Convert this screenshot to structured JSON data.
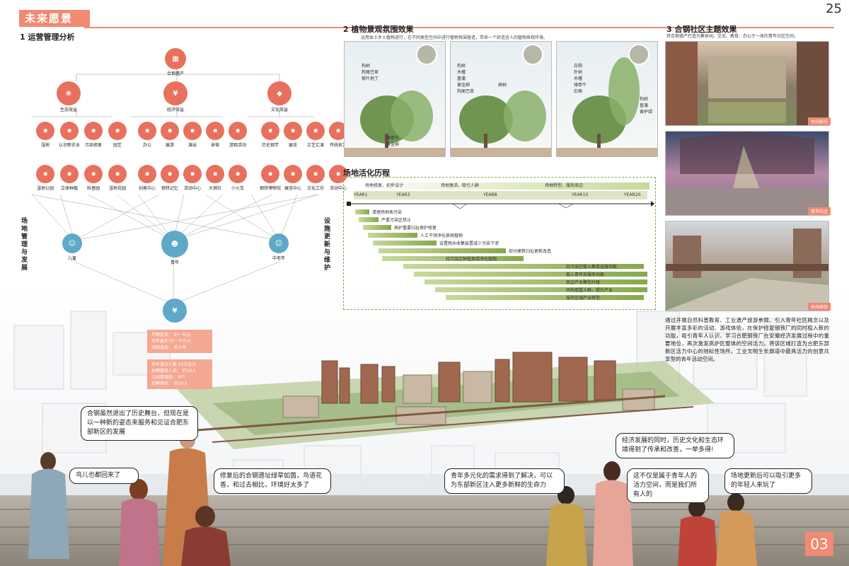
{
  "header": {
    "tag": "未来愿景",
    "page_number": "25",
    "sheet_number": "03"
  },
  "colors": {
    "accent": "#f08a70",
    "eco": "#e8715e",
    "econ": "#e8715e",
    "people": "#5ea8c8",
    "greenbar": "#86a84c"
  },
  "section1": {
    "title": "1  运营管理分析",
    "root": "合钢遗产",
    "benefits": [
      {
        "label": "生态效益",
        "children": [
          "湿地",
          "认识新农业",
          "污染修复",
          "园艺"
        ],
        "children2": [
          "湿地公园",
          "立体种植",
          "科普园",
          "湿地花园"
        ]
      },
      {
        "label": "经济效益",
        "children": [
          "办公",
          "展游",
          "演出",
          "食宿",
          "游观活动"
        ],
        "children2": [
          "创客中心",
          "钢铁记忆",
          "活动中心",
          "大钢社",
          "小火车"
        ]
      },
      {
        "label": "文化效益",
        "children": [
          "历史钢学",
          "展览",
          "文艺汇演",
          "传统技艺"
        ],
        "children2": [
          "钢铁博物馆",
          "展览中心",
          "文化工坊",
          "活动中心"
        ]
      }
    ],
    "people": [
      "儿童",
      "青年",
      "中老年"
    ],
    "left_vertical": "场地管理与发展",
    "right_vertical": "设施更新与维护",
    "finance_box1": [
      "年期投资：  约一亿元",
      "每年盈利  约一千万元",
      "收回成本：  约十年"
    ],
    "finance_box2": [
      "每年游访人数  50万左右",
      "招聘服务人员：   约10人",
      "公园管理员：     8个",
      "招聘保安：       约20人"
    ]
  },
  "section2": {
    "title": "2  植物景观氛围效果",
    "desc": "运用本土乡土植物进行，在不同类型空间中进行植物氛围营造，带来一个舒适宜人的植物景观环境。",
    "panels": [
      {
        "labels": [
          "构树",
          "狗尾巴草",
          "紫叶地丁"
        ],
        "labels2": [
          "矮牵牛",
          "黄金柳"
        ]
      },
      {
        "labels": [
          "构树",
          "木槿",
          "菖蒲",
          "黄金柳",
          "狗尾巴草"
        ],
        "labels2": [
          "柳树"
        ]
      },
      {
        "labels": [
          "白杨",
          "朴树",
          "木槿",
          "矮牵牛",
          "石楠"
        ],
        "labels2": [
          "构树",
          "菖蒲",
          "黄栌绿"
        ]
      }
    ]
  },
  "timeline": {
    "title": "场地活化历程",
    "phases": [
      "场地修复、初步设计",
      "场地激活、吸引人群",
      "场地转型、服务周边"
    ],
    "years": [
      "YEAR1",
      "YEAR3",
      "YEAR8",
      "YEAR10",
      "YEAR20"
    ],
    "tasks": [
      "清理场地表污染",
      "严重污染区禁止",
      "高护重要归址保护修复",
      "人工干预净化景观植物",
      "设置雨水收集装置减少污染下渗",
      "部分建筑归址更新改造",
      "轻污染区种植复绿净化植物",
      "轻污染区植入教育设施功能",
      "植入青年及服务功能",
      "周边产业聚型升级",
      "场地基富人群、提升产业",
      "城市区域产业转型"
    ]
  },
  "section3": {
    "title": "3   合钢社区主题效果",
    "desc": "将合钢遗产打造为集休闲、交流、教育、办公于一体的青年社区空间。",
    "badges": [
      "休闲娱乐",
      "青年社区",
      "休闲体验"
    ],
    "paragraph": "通过开展自然科普教育、工业遗产旅游参观、引入青年社区概念以及开展丰富多彩的活动、游戏体验，在保护修复钢铁厂的同时植入新的功能，吸引青年人认识、学习合肥钢铁厂在安徽经济发展过程中的重要地位，再次激发高炉区整体的空间活力。将该区域打造为合肥东部新区活力中心的地标性场所，工业文明生长廊道中最具活力的创意共享型的青年活动空间。"
  },
  "bubbles": [
    "合钢虽然退出了历史舞台，但现在是以一种新的姿态来服务和见证合肥东部新区的发展",
    "鸟儿也都回来了",
    "修复后的合钢遗址绿草如茵，鸟语花香，和过去相比，环境好太多了",
    "青年多元化的需求得到了解决，可以为东部新区注入更多新鲜的生命力",
    "经济发展的同时，历史文化和生态环境得到了传承和改善，一举多得!",
    "这不仅是属于青年人的活力空间，而是我们所有人的",
    "场地更新后可以吸引更多的年轻人来玩了"
  ]
}
